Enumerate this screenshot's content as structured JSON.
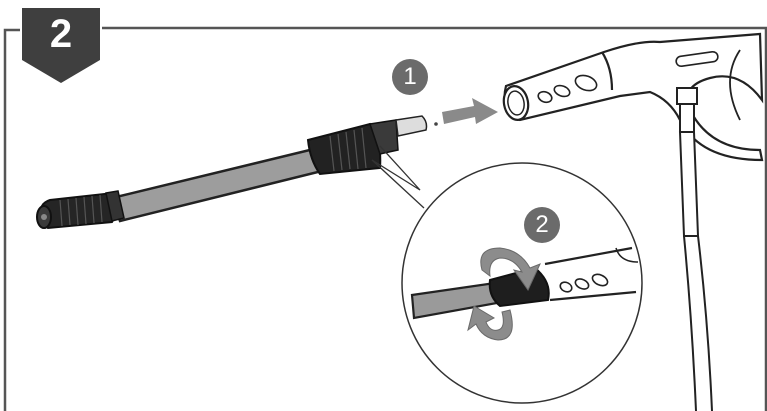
{
  "step": {
    "number": "2",
    "badge_color": "#3f3f3f"
  },
  "callouts": [
    {
      "label": "1",
      "action": "insert lance into trigger gun"
    },
    {
      "label": "2",
      "action": "rotate to lock"
    }
  ],
  "colors": {
    "frame_line": "#555555",
    "callout_bg": "#6b6b6b",
    "arrow_gray": "#8a8a8a",
    "lance_shaft": "#9a9a9a",
    "nozzle_dark": "#1e1e1e"
  },
  "illustration": {
    "parts": [
      "spray-lance",
      "adjustable-nozzle",
      "connector-nut",
      "trigger-gun",
      "hose",
      "detail-zoom-circle"
    ]
  }
}
